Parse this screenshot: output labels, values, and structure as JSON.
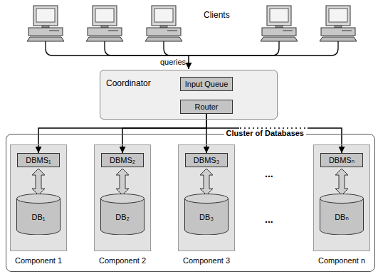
{
  "diagram": {
    "nodes": [
      {
        "text": [
          "Coordinator"
        ]
      },
      {
        "text": [
          "Input Queue"
        ],
        "in": 0
      },
      {
        "text": [
          "Router"
        ],
        "in": 0
      },
      {
        "text": [
          "Cluster of Databases"
        ]
      },
      {
        "text": [
          "Component 1"
        ],
        "in": 3
      },
      {
        "text": [
          "DBMS₁"
        ],
        "in": 4
      },
      {
        "text": [
          "DB₁"
        ],
        "in": 4
      },
      {
        "text": [
          "Component 2"
        ],
        "in": 3
      },
      {
        "text": [
          "DBMS₂"
        ],
        "in": 7
      },
      {
        "text": [
          "DB₂"
        ],
        "in": 7
      },
      {
        "text": [
          "Component 3"
        ],
        "in": 3
      },
      {
        "text": [
          "DBMS₃"
        ],
        "in": 10
      },
      {
        "text": [
          "DB₃"
        ],
        "in": 10
      },
      {
        "text": [
          "Component n"
        ],
        "in": 3
      },
      {
        "text": [
          "DBMSₙ"
        ],
        "in": 13
      },
      {
        "text": [
          "DBₙ"
        ],
        "in": 13
      }
    ],
    "edges": [
      {
        "from": 2,
        "to": 5,
        "arrow": "to"
      },
      {
        "from": 2,
        "to": 8,
        "arrow": "to"
      },
      {
        "from": 2,
        "to": 11,
        "arrow": "to"
      },
      {
        "from": 2,
        "to": 14,
        "arrow": "to"
      },
      {
        "from": 5,
        "to": 6,
        "arrow": "both"
      },
      {
        "from": 8,
        "to": 9,
        "arrow": "both"
      },
      {
        "from": 11,
        "to": 12,
        "arrow": "both"
      },
      {
        "from": 14,
        "to": 15,
        "arrow": "both"
      }
    ],
    "labels": [
      "Clients",
      "queries",
      "...",
      "..."
    ]
  }
}
